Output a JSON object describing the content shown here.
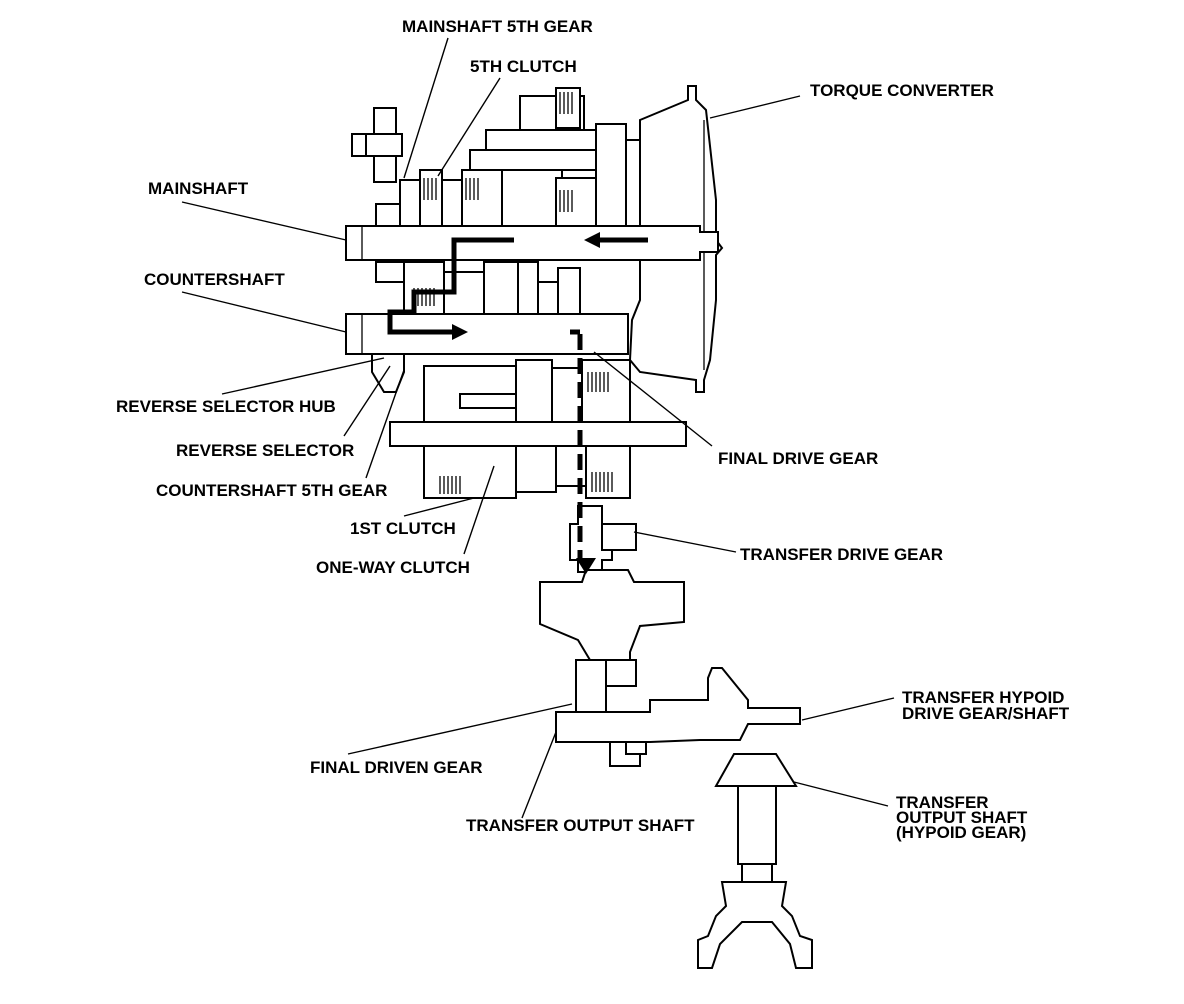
{
  "labels": {
    "mainshaft_5th_gear": "MAINSHAFT 5TH GEAR",
    "fifth_clutch": "5TH CLUTCH",
    "torque_converter": "TORQUE CONVERTER",
    "mainshaft": "MAINSHAFT",
    "countershaft": "COUNTERSHAFT",
    "reverse_selector_hub": "REVERSE SELECTOR HUB",
    "reverse_selector": "REVERSE SELECTOR",
    "final_drive_gear": "FINAL DRIVE GEAR",
    "countershaft_5th_gear": "COUNTERSHAFT 5TH GEAR",
    "first_clutch": "1ST CLUTCH",
    "one_way_clutch": "ONE-WAY CLUTCH",
    "transfer_drive_gear": "TRANSFER DRIVE GEAR",
    "transfer_hypoid_drive_gear_line1": "TRANSFER HYPOID",
    "transfer_hypoid_drive_gear_line2": "DRIVE GEAR/SHAFT",
    "final_driven_gear": "FINAL DRIVEN GEAR",
    "transfer_output_shaft": "TRANSFER OUTPUT SHAFT",
    "transfer_output_hypoid_line1": "TRANSFER",
    "transfer_output_hypoid_line2": "OUTPUT SHAFT",
    "transfer_output_hypoid_line3": "(HYPOID GEAR)"
  }
}
